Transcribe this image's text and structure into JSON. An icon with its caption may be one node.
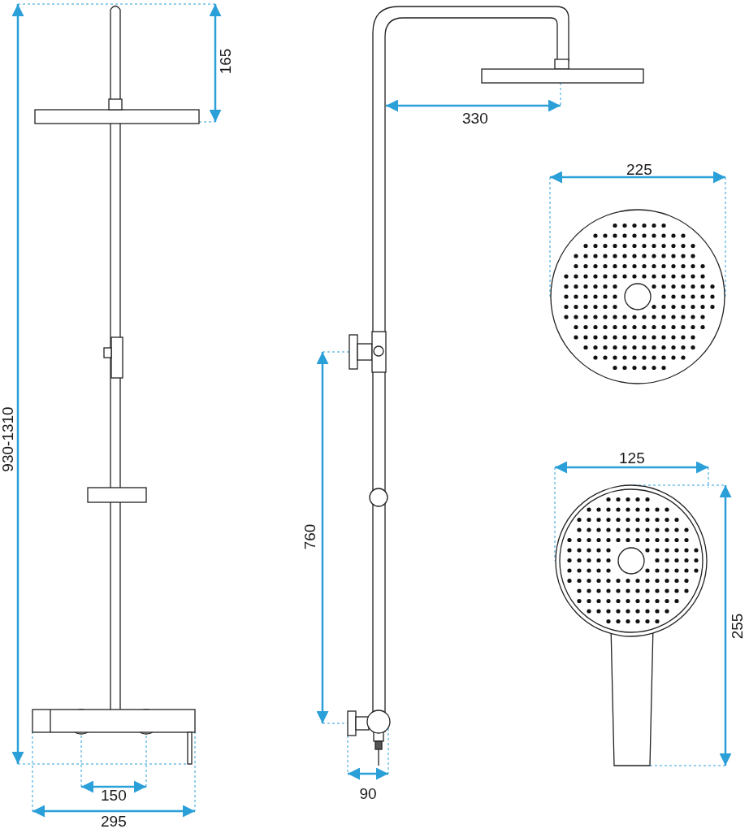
{
  "diagram": {
    "labels": [
      "165",
      "330",
      "225",
      "125",
      "930-1310",
      "760",
      "255",
      "150",
      "90",
      "295"
    ]
  }
}
